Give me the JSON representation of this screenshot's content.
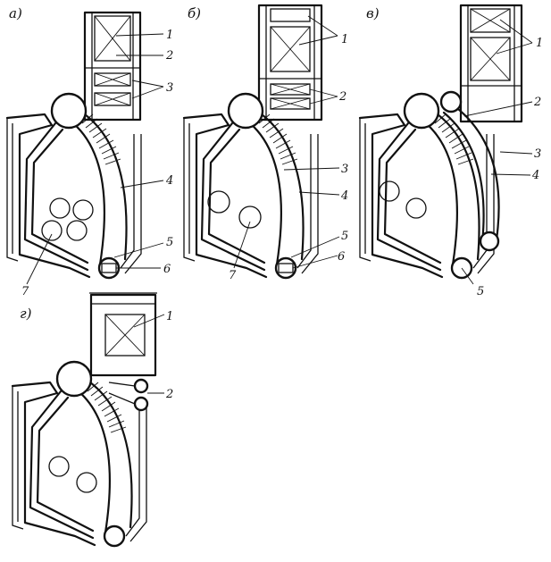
{
  "variants": [
    {
      "id": "a",
      "title": "а)",
      "callouts": [
        "1",
        "2",
        "3",
        "4",
        "5",
        "6",
        "7"
      ]
    },
    {
      "id": "b",
      "title": "б)",
      "callouts": [
        "1",
        "2",
        "3",
        "4",
        "5",
        "6",
        "7"
      ]
    },
    {
      "id": "v",
      "title": "в)",
      "callouts": [
        "1",
        "2",
        "3",
        "4",
        "5"
      ]
    },
    {
      "id": "g",
      "title": "г)",
      "callouts": [
        "1",
        "2"
      ]
    }
  ]
}
